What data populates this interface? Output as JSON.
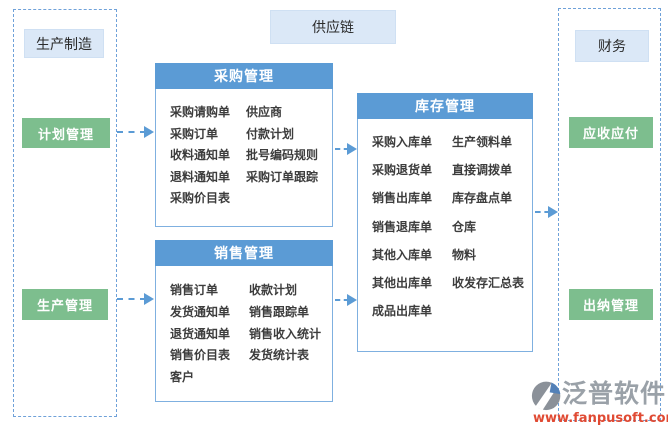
{
  "diagram_title": "供应链",
  "left_panel": {
    "title": "生产制造",
    "nodes": [
      "计划管理",
      "生产管理"
    ]
  },
  "right_panel": {
    "title": "财务",
    "nodes": [
      "应收应付",
      "出纳管理"
    ]
  },
  "modules": [
    {
      "title": "采购管理",
      "col1": [
        "采购请购单",
        "采购订单",
        "收料通知单",
        "退料通知单",
        "采购价目表"
      ],
      "col2": [
        "供应商",
        "付款计划",
        "批号编码规则",
        "采购订单跟踪"
      ]
    },
    {
      "title": "销售管理",
      "col1": [
        "销售订单",
        "发货通知单",
        "退货通知单",
        "销售价目表",
        "客户"
      ],
      "col2": [
        "收款计划",
        "销售跟踪单",
        "销售收入统计",
        "发货统计表"
      ]
    },
    {
      "title": "库存管理",
      "col1": [
        "采购入库单",
        "采购退货单",
        "销售出库单",
        "销售退库单",
        "其他入库单",
        "其他出库单",
        "成品出库单"
      ],
      "col2": [
        "生产领料单",
        "直接调拨单",
        "库存盘点单",
        "仓库",
        "物料",
        "收发存汇总表"
      ]
    }
  ],
  "watermark": {
    "brand": "泛普软件",
    "url": "www.fanpusoft.com"
  },
  "colors": {
    "header_blue": "#5b9bd5",
    "node_green": "#7dbe8e",
    "panel_light_blue": "#dbe8f7",
    "module_border_blue": "#7fb0e0",
    "dashed_border_blue": "#6fa1d9",
    "arrow_blue": "#5b9bd5",
    "url_red": "#e04a33",
    "brand_gray": "#9aa1a8"
  }
}
